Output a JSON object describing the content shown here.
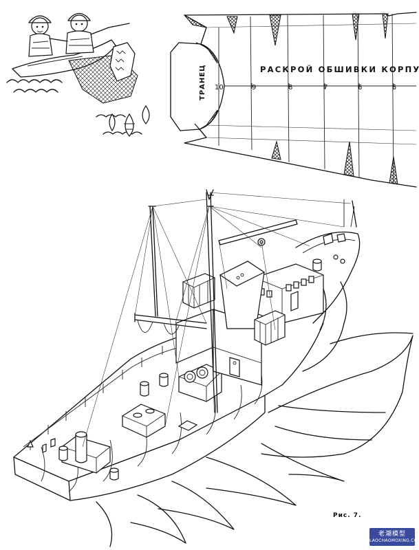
{
  "pattern": {
    "title": "РАСКРОЙ ОБШИВКИ КОРПУСА И",
    "transom_label": "ТРАНЕЦ",
    "station_numbers": [
      "10",
      "9",
      "8",
      "7",
      "6",
      "5"
    ]
  },
  "figure_caption": "Рис. 7.",
  "watermark": {
    "brand": "老潮模型",
    "url": "LAOCHAOMOXING.COM"
  },
  "icons": {
    "cartoon": "fishermen-net-icon",
    "ship": "fishing-trawler-icon"
  }
}
